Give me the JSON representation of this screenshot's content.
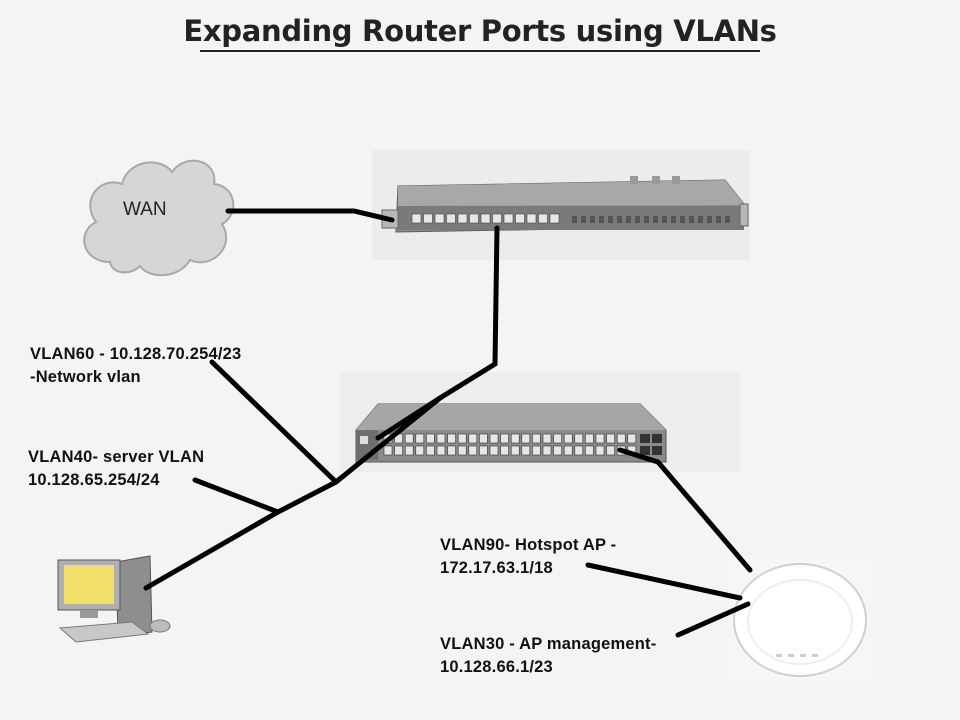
{
  "title": "Expanding Router Ports using VLANs",
  "wan_label": "WAN",
  "labels": {
    "vlan60_line1": "VLAN60 - 10.128.70.254/23",
    "vlan60_line2": "-Network vlan",
    "vlan40_line1": "VLAN40- server VLAN",
    "vlan40_line2": "10.128.65.254/24",
    "vlan90_line1": "VLAN90- Hotspot AP -",
    "vlan90_line2": "172.17.63.1/18",
    "vlan30_line1": "VLAN30 - AP management-",
    "vlan30_line2": "10.128.66.1/23"
  },
  "colors": {
    "cable": "#000000",
    "cloud_fill": "#d6d6d6",
    "device_body": "#7c7c7c",
    "monitor_screen": "#f2e06a"
  },
  "icons": {
    "cloud": "wan-cloud-icon",
    "router": "router-icon",
    "switch": "switch-icon",
    "pc": "pc-icon",
    "access_point": "access-point-icon"
  }
}
